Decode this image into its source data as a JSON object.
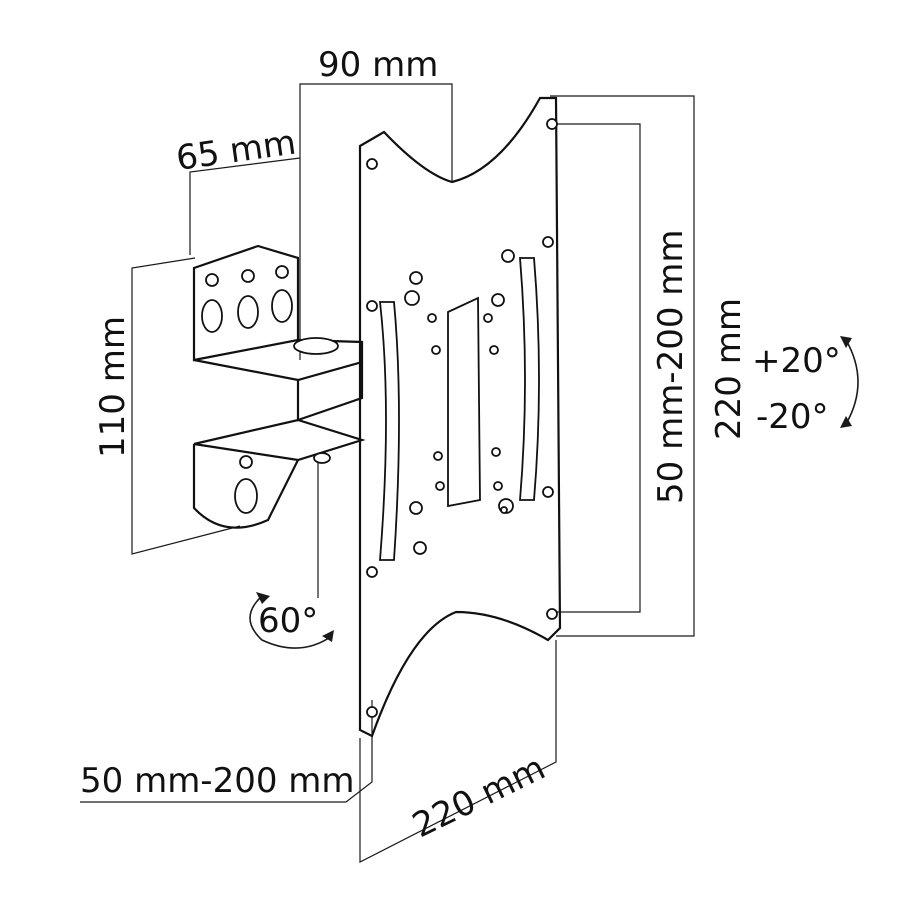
{
  "dimensions": {
    "top_width": "90 mm",
    "arm_depth": "65 mm",
    "wall_height": "110 mm",
    "vesa_vertical": "50 mm-200 mm",
    "plate_height": "220 mm",
    "vesa_horizontal": "50 mm-200 mm",
    "plate_width": "220 mm"
  },
  "rotation": {
    "tilt_up": "+20°",
    "tilt_down": "-20°",
    "swivel": "60°"
  },
  "colors": {
    "line": "#1a1a1a",
    "background": "#ffffff"
  }
}
